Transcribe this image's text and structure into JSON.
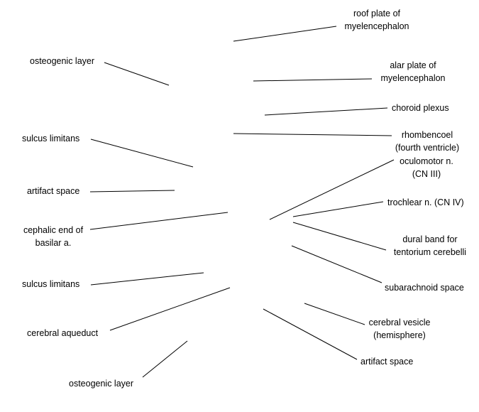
{
  "labels": {
    "roof_plate": [
      "roof plate of",
      "myelencephalon"
    ],
    "alar_plate": [
      "alar plate of",
      "myelencephalon"
    ],
    "choroid_plexus": [
      "choroid plexus"
    ],
    "rhombencoel": [
      "rhombencoel",
      "(fourth ventricle)"
    ],
    "oculomotor": [
      "oculomotor n.",
      "(CN III)"
    ],
    "trochlear": [
      "trochlear n. (CN IV)"
    ],
    "dural_band": [
      "dural band for",
      "tentorium cerebelli"
    ],
    "subarachnoid": [
      "subarachnoid space"
    ],
    "cerebral_vesicle": [
      "cerebral vesicle",
      "(hemisphere)"
    ],
    "artifact_space_right": [
      "artifact space"
    ],
    "osteogenic_top": [
      "osteogenic layer"
    ],
    "sulcus_top": [
      "sulcus limitans"
    ],
    "artifact_space_left": [
      "artifact space"
    ],
    "cephalic_end": [
      "cephalic end of",
      "basilar a."
    ],
    "sulcus_bottom": [
      "sulcus limitans"
    ],
    "cerebral_aqueduct": [
      "cerebral aqueduct"
    ],
    "osteogenic_bottom": [
      "osteogenic layer"
    ]
  },
  "line_color": "#000000"
}
